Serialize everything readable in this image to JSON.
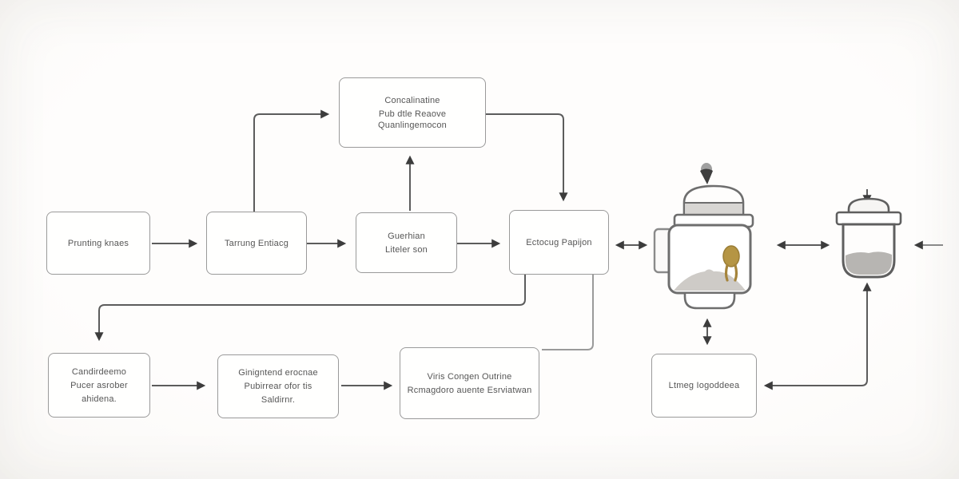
{
  "colors": {
    "background": "#f7f5f2",
    "box_border": "#9a9a9a",
    "box_fill": "#ffffff",
    "text": "#565656",
    "connector": "#5c5c5c",
    "arrowhead": "#3c3c3c",
    "charm_gold": "#b59544",
    "contents_gray": "#cecbc7"
  },
  "diagram": {
    "nodes": {
      "start": {
        "lines": [
          "Prunting knaes"
        ]
      },
      "tarrung": {
        "lines": [
          "Tarrung Entiacg"
        ]
      },
      "guerhian": {
        "lines": [
          "Guerhian",
          "Liteler son"
        ]
      },
      "ectocug": {
        "lines": [
          "Ectocug Papijon"
        ]
      },
      "concalinatine": {
        "lines": [
          "Concalinatine",
          "Pub dtle Reaove Quanlingemocon"
        ]
      },
      "candirdeemo": {
        "lines": [
          "Candirdeemo",
          "Pucer asrober",
          "ahidena."
        ]
      },
      "ginigntend": {
        "lines": [
          "Ginigntend erocnae",
          "Pubirrear ofor tis",
          "Saldirnr."
        ]
      },
      "viris": {
        "lines": [
          "Viris Congen Outrine",
          "Rcmagdoro auente Esrviatwan"
        ]
      },
      "ltmeg": {
        "lines": [
          "Ltmeg Iogoddeea"
        ]
      }
    },
    "icons": [
      "drop-icon",
      "jar-device-icon",
      "pot-device-icon"
    ]
  }
}
